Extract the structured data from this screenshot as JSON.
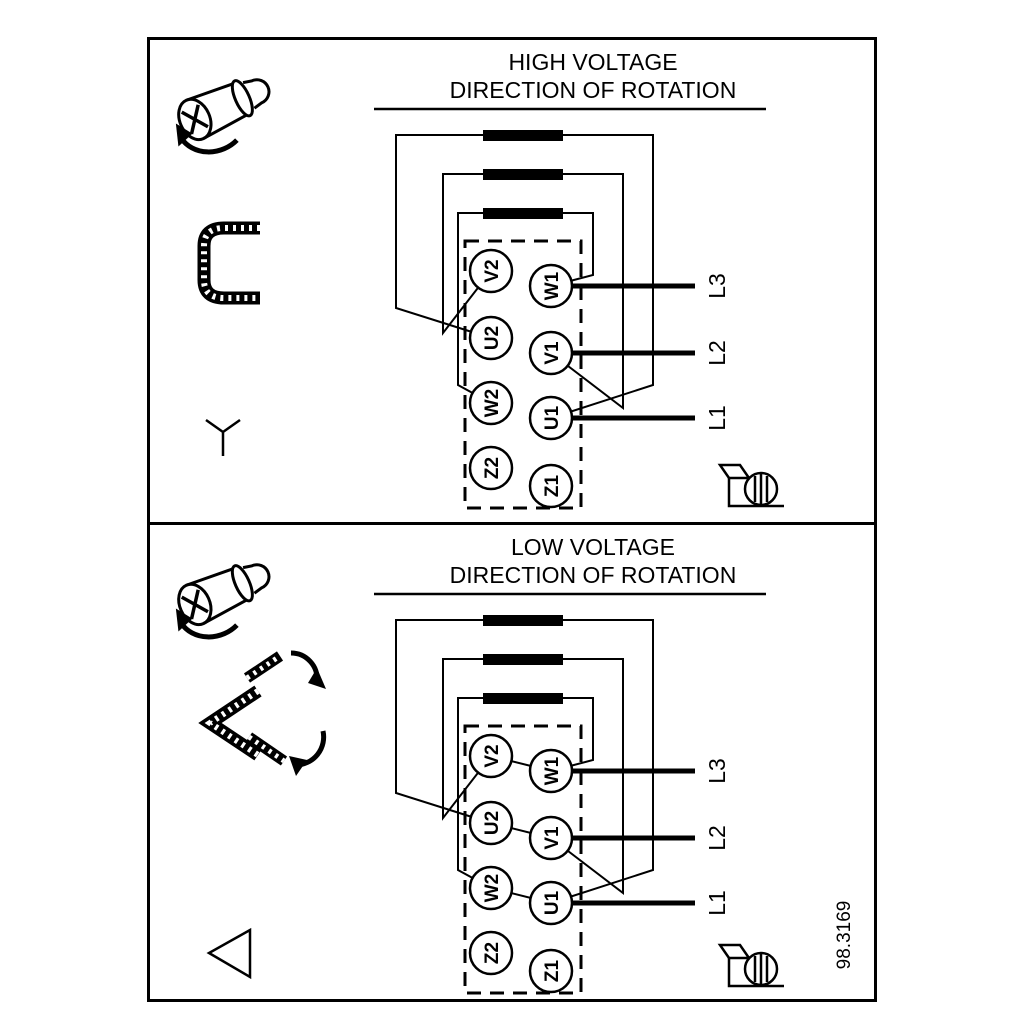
{
  "figure_number": "98.3169",
  "colors": {
    "ink": "#000000",
    "background": "#ffffff"
  },
  "panels": [
    {
      "id": "high-voltage",
      "title_line1": "HIGH VOLTAGE",
      "title_line2": "DIRECTION OF ROTATION",
      "connection_symbol": "star",
      "icons": [
        "screw-rotation-icon",
        "bridge-link-icon",
        "star-symbol-icon",
        "earth-screw-icon"
      ],
      "left_terminals": [
        "V2",
        "U2",
        "W2",
        "Z2"
      ],
      "right_terminals": [
        "W1",
        "V1",
        "U1",
        "Z1"
      ],
      "line_labels": [
        "L3",
        "L2",
        "L1"
      ],
      "jumper_bars": 3
    },
    {
      "id": "low-voltage",
      "title_line1": "LOW VOLTAGE",
      "title_line2": "DIRECTION OF ROTATION",
      "connection_symbol": "delta",
      "icons": [
        "screw-rotation-icon",
        "link-pieces-icon",
        "delta-symbol-icon",
        "earth-screw-icon"
      ],
      "left_terminals": [
        "V2",
        "U2",
        "W2",
        "Z2"
      ],
      "right_terminals": [
        "W1",
        "V1",
        "U1",
        "Z1"
      ],
      "line_labels": [
        "L3",
        "L2",
        "L1"
      ],
      "jumper_bars": 3
    }
  ]
}
